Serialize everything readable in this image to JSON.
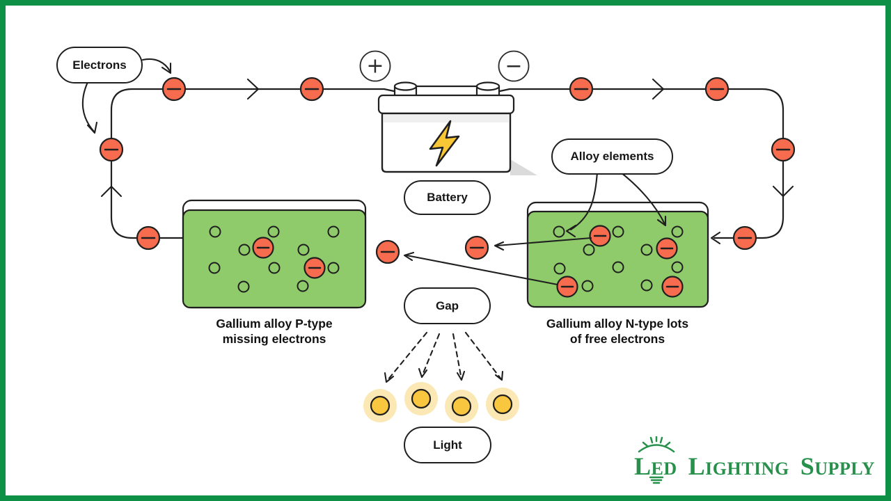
{
  "colors": {
    "frame-green": "#0E9147",
    "block-green": "#8FCB6B",
    "electron-orange": "#F76C4E",
    "stroke-dark": "#1F1F1F",
    "light-yellow": "#F9C63F",
    "light-halo": "#FBE8B4",
    "bolt-yellow": "#F9C636",
    "battery-gray": "#EFEFEF",
    "shadow-gray": "#DBDBDB",
    "logo-green": "#27914C"
  },
  "labels": {
    "electrons": "Electrons",
    "battery": "Battery",
    "alloy_elements": "Alloy elements",
    "gap": "Gap",
    "light": "Light"
  },
  "battery_terminals": {
    "positive": "+",
    "negative": "−"
  },
  "captions": {
    "p_type_line1": "Gallium alloy P-type",
    "p_type_line2": "missing electrons",
    "n_type_line1": "Gallium alloy N-type lots",
    "n_type_line2": "of free electrons"
  },
  "logo": {
    "word1": "LED",
    "word2": "Lighting",
    "word3": "Supply"
  }
}
